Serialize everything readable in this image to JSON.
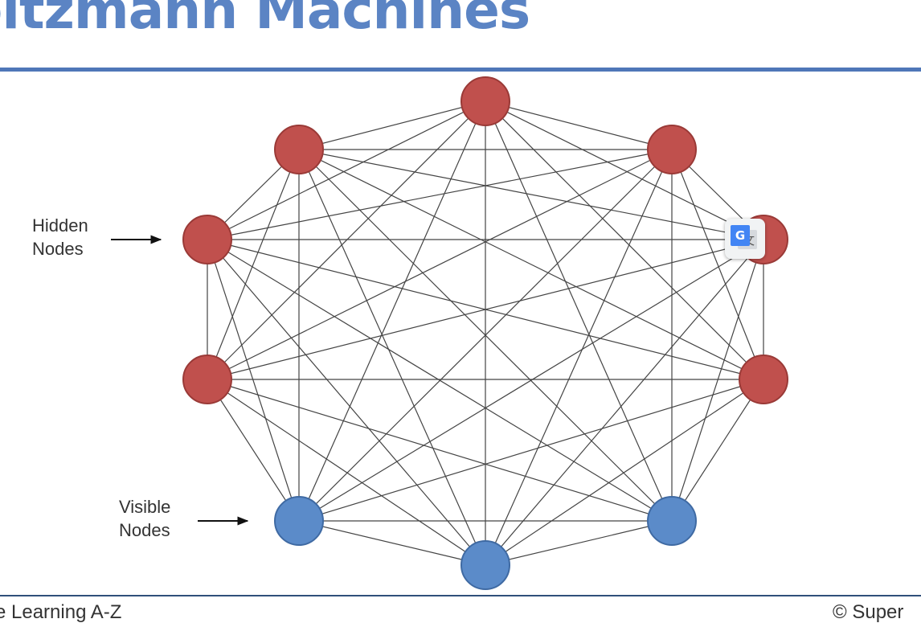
{
  "slide": {
    "title": "oltzmann Machines",
    "footer_left": "e Learning A-Z",
    "footer_right": "© Super"
  },
  "colors": {
    "title": "#5b84c4",
    "hidden_node": "#c0504d",
    "visible_node": "#5b8bc9",
    "edge": "#444444"
  },
  "labels": {
    "hidden": [
      "Hidden",
      "Nodes"
    ],
    "visible": [
      "Visible",
      "Nodes"
    ]
  },
  "network": {
    "hidden_node_count": 7,
    "visible_node_count": 3,
    "fully_connected": true
  },
  "overlay_icon": "google-translate-icon"
}
